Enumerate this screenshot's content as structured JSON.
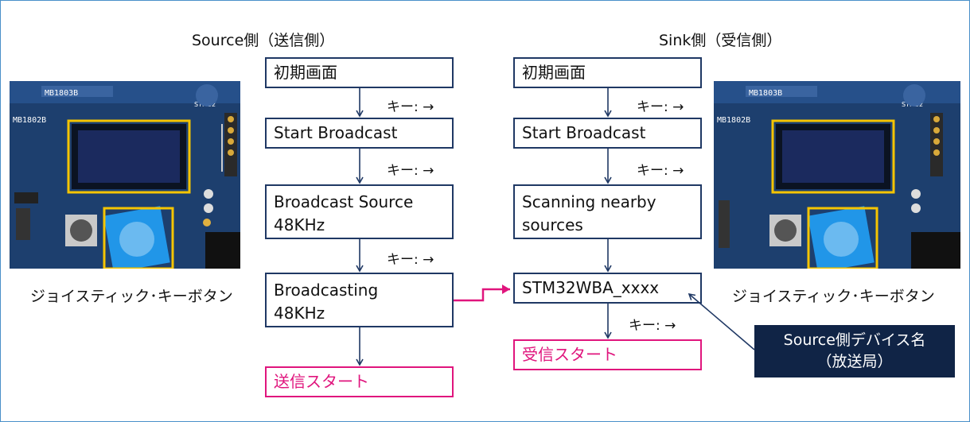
{
  "source": {
    "title": "Source側（送信側）",
    "steps": [
      "初期画面",
      "Start Broadcast",
      "Broadcast Source\n48KHz",
      "Broadcasting\n48KHz"
    ],
    "keys": [
      "キー: →",
      "キー: →",
      "キー: →"
    ],
    "result": "送信スタート"
  },
  "sink": {
    "title": "Sink側（受信側）",
    "steps": [
      "初期画面",
      "Start Broadcast",
      "Scanning nearby\nsources",
      "STM32WBA_xxxx"
    ],
    "keys": [
      "キー: →",
      "キー: →",
      "キー: →"
    ],
    "result": "受信スタート"
  },
  "board_caption": "ジョイスティック･キーボタン",
  "board_labels": [
    "MB1803B",
    "MB1802B",
    "STM32"
  ],
  "callout": [
    "Source側デバイス名",
    "（放送局）"
  ],
  "colors": {
    "box_border": "#1f3864",
    "accent": "#e0157d",
    "callout_bg": "#102446",
    "highlight": "#f5c400",
    "board": "#1d3f6e"
  }
}
